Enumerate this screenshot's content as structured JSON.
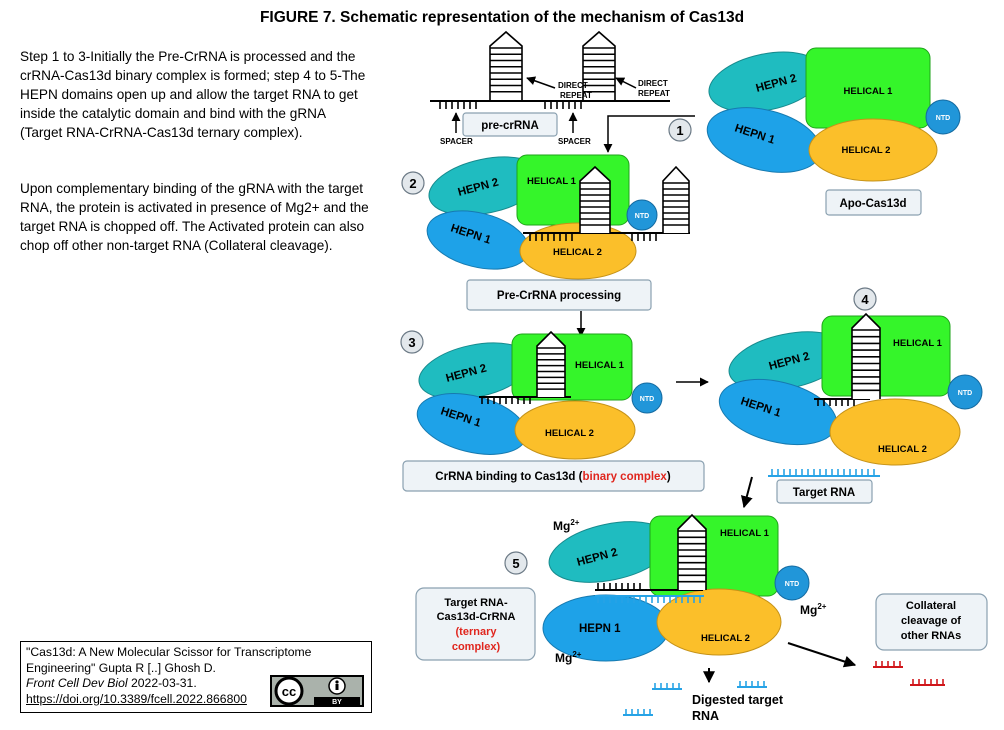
{
  "title": "FIGURE 7. Schematic representation of the mechanism of Cas13d",
  "paragraphs": [
    "Step 1 to 3-Initially the Pre-CrRNA is processed and the crRNA-Cas13d binary complex is formed; step 4 to 5-The HEPN domains open up and allow the target RNA to get inside the catalytic domain and bind with the gRNA (Target RNA-CrRNA-Cas13d ternary complex).",
    "Upon complementary binding of the gRNA with the target RNA, the protein is activated in presence of Mg2+ and the target RNA is chopped off. The Activated protein can also chop off other non-target RNA (Collateral cleavage)."
  ],
  "citation": {
    "line1": "\"Cas13d: A New Molecular Scissor for Transcriptome",
    "line2": "Engineering\" Gupta R [..] Ghosh D.",
    "journal": "Front Cell Dev Biol",
    "date": " 2022-03-31.",
    "url": "https://doi.org/10.3389/fcell.2022.866800",
    "license_icon": "cc-by-icon",
    "license_text": "BY"
  },
  "labels": {
    "direct_repeat_1": [
      "DIRECT",
      "REPEAT"
    ],
    "direct_repeat_2": [
      "DIRECT",
      "REPEAT"
    ],
    "spacer_1": "SPACER",
    "spacer_2": "SPACER",
    "pre_crrna": "pre-crRNA",
    "hepn1": "HEPN 1",
    "hepn2": "HEPN 2",
    "helical1": "HELICAL 1",
    "helical2": "HELICAL 2",
    "ntd": "NTD",
    "apo": "Apo-Cas13d",
    "step2_box": "Pre-CrRNA processing",
    "step3_box_prefix": "CrRNA binding to Cas13d (",
    "step3_box_red": "binary complex",
    "step3_box_suffix": ")",
    "target_rna": "Target RNA",
    "mg": "Mg",
    "mg_charge": "2+",
    "step5_box": [
      "Target RNA-",
      "Cas13d-CrRNA"
    ],
    "step5_box_red": [
      "(ternary",
      "complex)"
    ],
    "collateral": [
      "Collateral",
      "cleavage of",
      "other RNAs"
    ],
    "digested": "Digested  target",
    "digested_2": "RNA"
  },
  "steps": [
    "1",
    "2",
    "3",
    "4",
    "5"
  ],
  "colors": {
    "green": "#35f52a",
    "teal": "#1fbcc0",
    "blue": "#1ea2e8",
    "orange": "#fbbf2a",
    "ntd": "#2196d9",
    "box_fill": "#eef3f7",
    "box_stroke": "#8aa0b0",
    "red_text": "#e0261e",
    "blue_rna": "#27a3e6",
    "red_rna": "#d0161a"
  }
}
